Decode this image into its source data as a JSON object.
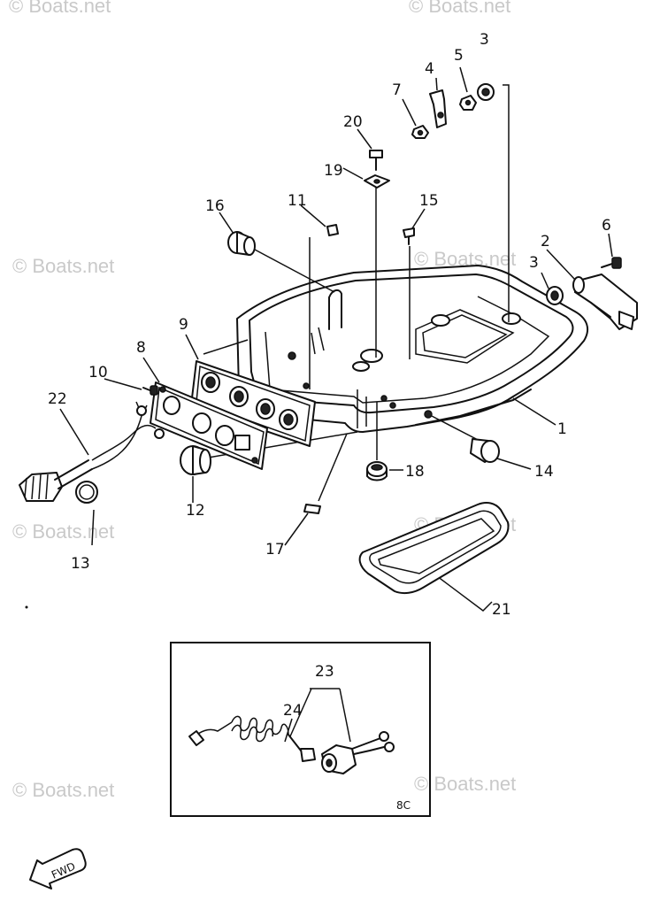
{
  "watermark": "© Boats.net",
  "inset_code": "8C",
  "fwd_label": "FWD",
  "callouts": {
    "c1": "1",
    "c2": "2",
    "c3a": "3",
    "c3b": "3",
    "c4": "4",
    "c5": "5",
    "c6": "6",
    "c7": "7",
    "c8": "8",
    "c9": "9",
    "c10": "10",
    "c11": "11",
    "c12": "12",
    "c13": "13",
    "c14": "14",
    "c15": "15",
    "c16": "16",
    "c17": "17",
    "c18": "18",
    "c19": "19",
    "c20": "20",
    "c21": "21",
    "c22": "22",
    "c23": "23",
    "c24": "24"
  }
}
